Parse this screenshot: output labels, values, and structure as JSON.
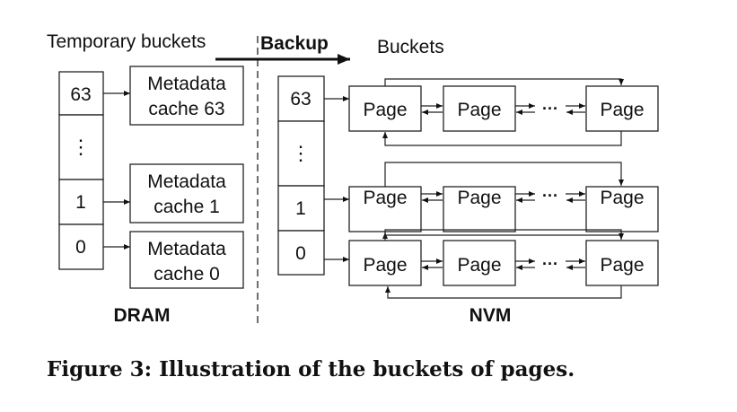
{
  "dram": {
    "header": "Temporary buckets",
    "label": "DRAM",
    "indices": [
      "63",
      "⋮",
      "1",
      "0"
    ],
    "caches": [
      {
        "line1": "Metadata",
        "line2": "cache 63"
      },
      {
        "line1": "Metadata",
        "line2": "cache 1"
      },
      {
        "line1": "Metadata",
        "line2": "cache 0"
      }
    ]
  },
  "backup_label": "Backup",
  "nvm": {
    "header": "Buckets",
    "label": "NVM",
    "indices": [
      "63",
      "⋮",
      "1",
      "0"
    ],
    "page_label": "Page",
    "ellipsis": "···"
  },
  "caption": "Figure 3: Illustration of the buckets of pages."
}
